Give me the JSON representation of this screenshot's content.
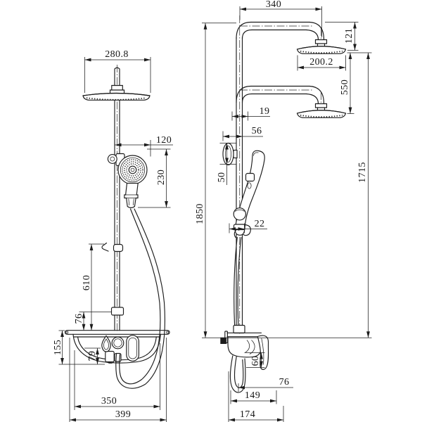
{
  "drawing": {
    "unit": "mm",
    "ink_color": "#1c1c1c",
    "background_color": "#ffffff",
    "front_view": {
      "head_width": "280.8",
      "hand_shower_offset": "120",
      "hand_shower_length": "230",
      "hook_to_shelf": "610",
      "inlet_to_shelf": "76",
      "shelf_height": "155",
      "tray_inner_depth": "79",
      "tray_width": "350",
      "overall_width": "399"
    },
    "side_view": {
      "arm_reach": "340",
      "head_drop": "121",
      "head_diameter": "200.2",
      "arm_spacing": "550",
      "column_offset": "19",
      "diverter_offset": "56",
      "diverter_height": "50",
      "overall_height": "1850",
      "holder_width": "22",
      "head_to_shelf": "1715",
      "spout_drop": "60",
      "hose_clearance": "76",
      "body_depth": "149",
      "overall_depth": "174"
    }
  }
}
